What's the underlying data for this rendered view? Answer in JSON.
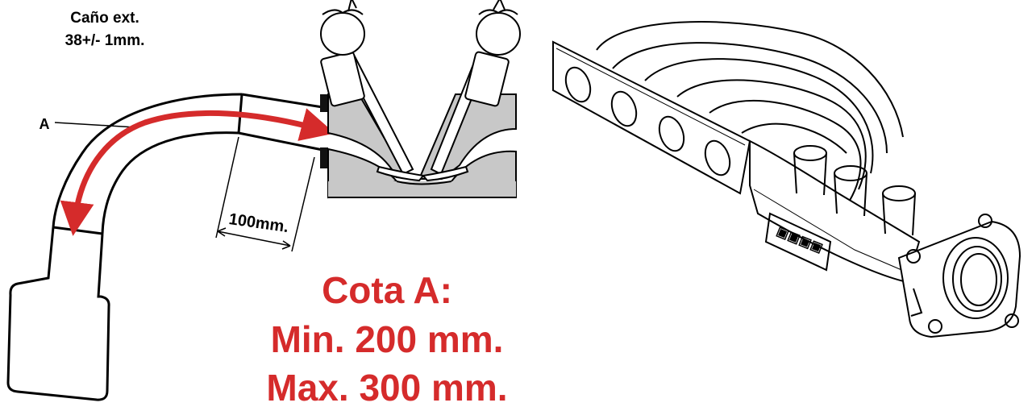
{
  "labels": {
    "pipe_spec_line1": "Caño ext.",
    "pipe_spec_line2": "38+/- 1mm.",
    "dim_a": "A",
    "dim_100": "100mm.",
    "cota_title": "Cota A:",
    "cota_min": "Min. 200 mm.",
    "cota_max": "Max. 300 mm."
  },
  "colors": {
    "accent_red": "#d52b2b",
    "line": "#000000",
    "head_gray": "#c8c8c8"
  },
  "icons": {
    "arrow": "double-headed-curved-arrow",
    "manifold": "intake-manifold-illustration"
  }
}
